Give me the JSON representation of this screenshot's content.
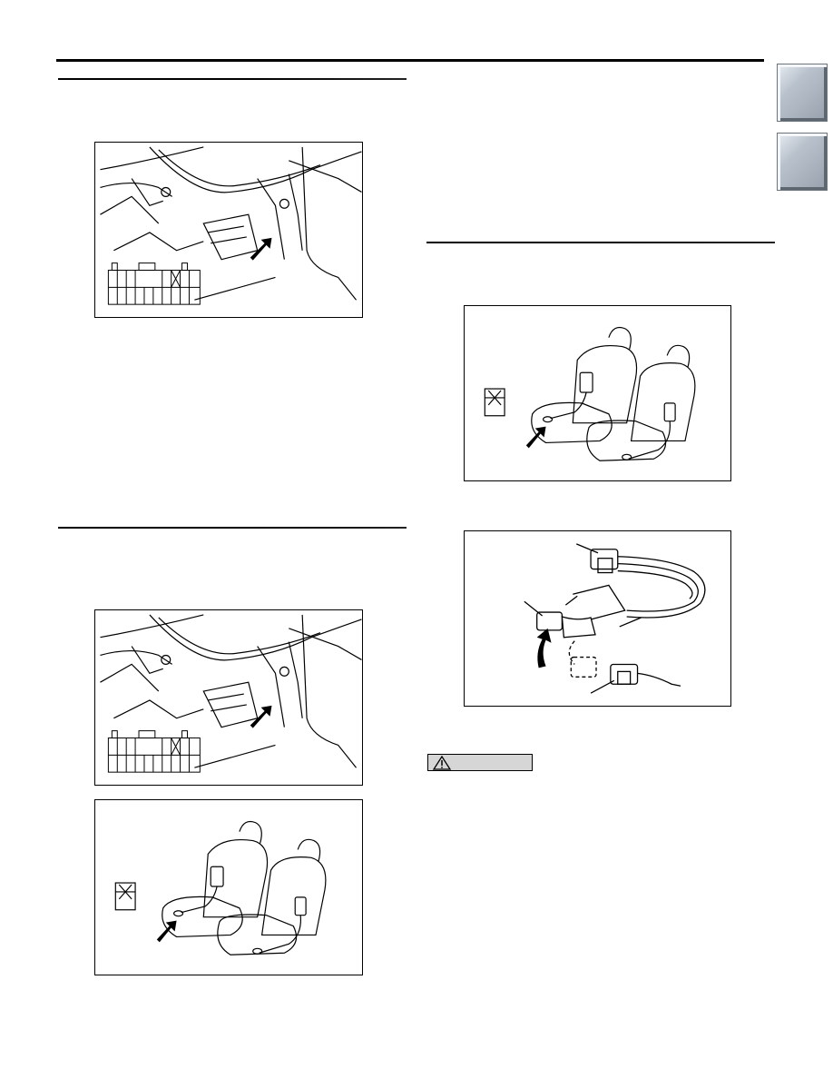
{
  "page": {
    "tabs": [
      {
        "name": "section-tab-1"
      },
      {
        "name": "section-tab-2"
      }
    ],
    "caution": {
      "label": "",
      "icon": "warning-triangle-icon"
    }
  },
  "figures": [
    {
      "name": "figure-diagnosis-connector-1",
      "subject": "harness-connector-under-dash"
    },
    {
      "name": "figure-diagnosis-connector-2",
      "subject": "harness-connector-under-dash"
    },
    {
      "name": "figure-seat-connector-1",
      "subject": "front-seat-side-airbag-connector"
    },
    {
      "name": "figure-seat-connector-2",
      "subject": "front-seat-side-airbag-connector"
    },
    {
      "name": "figure-connector-disconnect",
      "subject": "harness-connector-disconnection"
    }
  ]
}
